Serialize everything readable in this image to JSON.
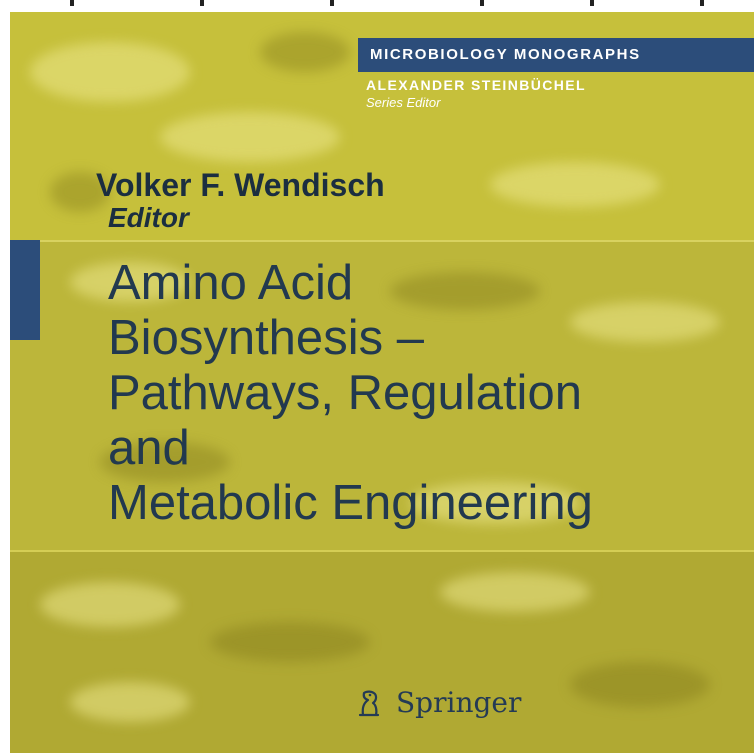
{
  "series": {
    "name": "MICROBIOLOGY MONOGRAPHS",
    "editor": "ALEXANDER STEINBÜCHEL",
    "editor_role": "Series Editor"
  },
  "editor": {
    "name": "Volker F. Wendisch",
    "role": "Editor"
  },
  "title": {
    "lines": [
      "Amino Acid",
      "Biosynthesis –",
      "Pathways, Regulation",
      "and",
      "Metabolic Engineering"
    ]
  },
  "publisher": {
    "name": "Springer",
    "logo_icon": "springer-knight-icon"
  },
  "colors": {
    "series_bar": "#2c4d7a",
    "text_dark": "#1b2e40"
  }
}
